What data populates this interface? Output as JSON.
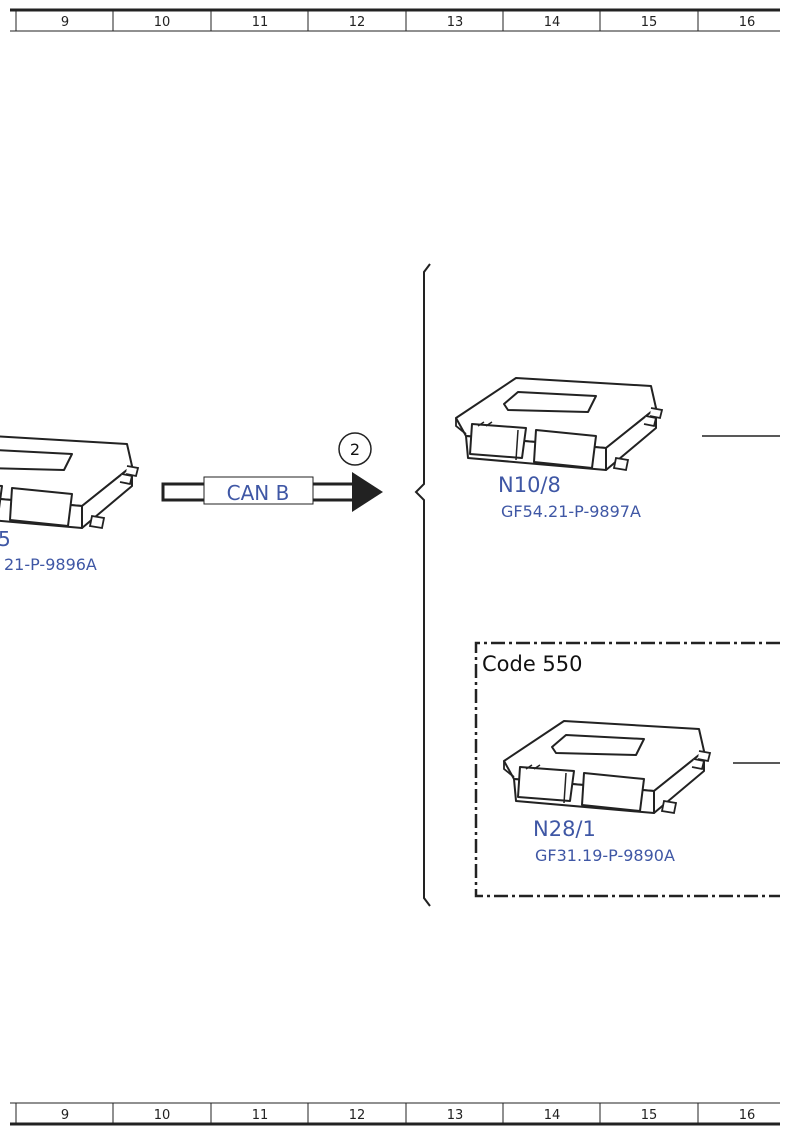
{
  "ruler": {
    "columns": [
      "9",
      "10",
      "11",
      "12",
      "13",
      "14",
      "15",
      "16"
    ]
  },
  "bus": {
    "label": "CAN B",
    "callout_number": "2"
  },
  "left_module": {
    "name_partial": "5",
    "ref_partial": "21-P-9896A"
  },
  "module_n10_8": {
    "name": "N10/8",
    "ref": "GF54.21-P-9897A"
  },
  "option_box": {
    "label": "Code 550"
  },
  "module_n28_1": {
    "name": "N28/1",
    "ref": "GF31.19-P-9890A"
  },
  "colors": {
    "label_blue": "#3f57a5",
    "line": "#222222"
  }
}
